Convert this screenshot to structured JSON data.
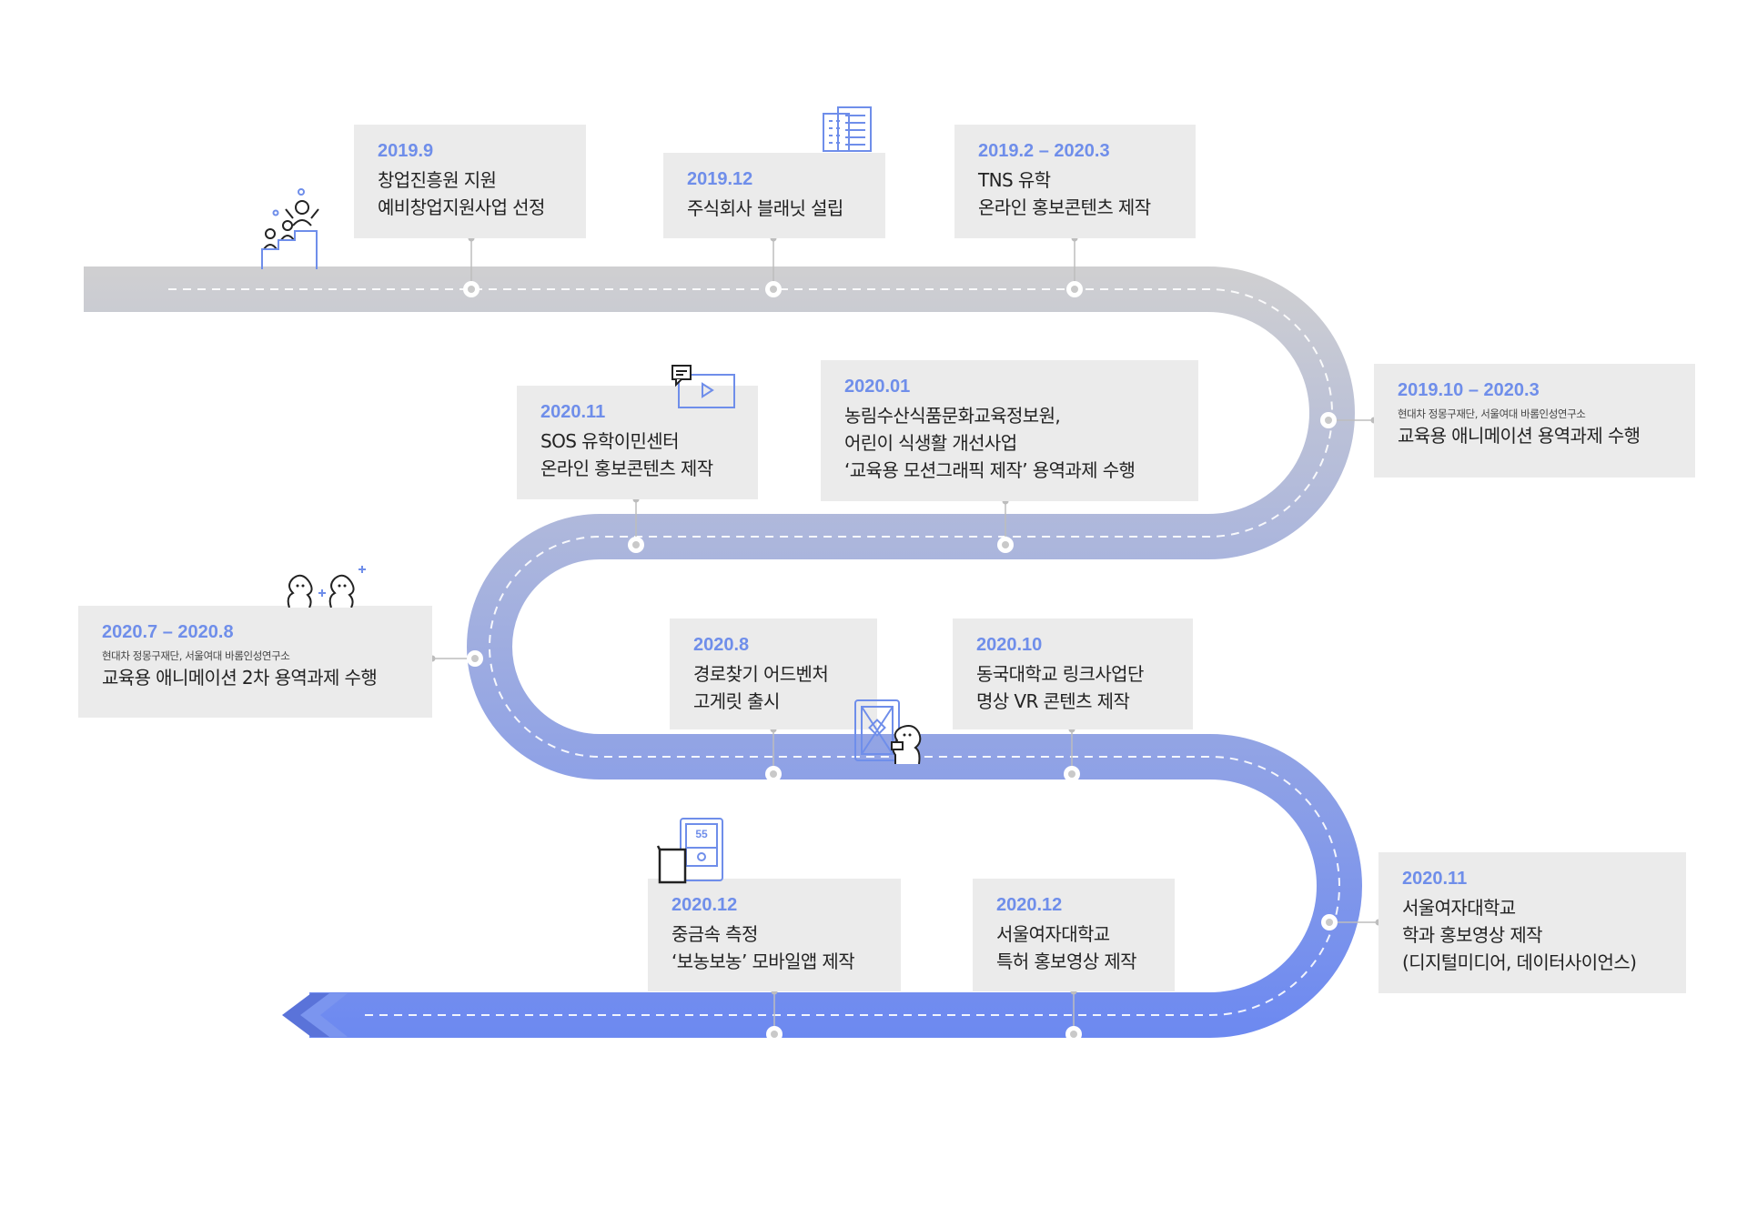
{
  "colors": {
    "road_start": "#cfcfd1",
    "road_end": "#6b88f1",
    "accent": "#6f8eea",
    "card_bg": "#ebebeb"
  },
  "milestones": [
    {
      "date": "2019.9",
      "lines": [
        "창업진흥원 지원",
        "예비창업지원사업 선정"
      ]
    },
    {
      "date": "2019.12",
      "lines": [
        "주식회사 블래닛 설립"
      ]
    },
    {
      "date": "2019.2 – 2020.3",
      "lines": [
        "TNS 유학",
        "온라인 홍보콘텐츠 제작"
      ]
    },
    {
      "date": "2019.10 – 2020.3",
      "sub": "현대차 정몽구재단, 서울여대 바롬인성연구소",
      "lines": [
        "교육용 애니메이션 용역과제 수행"
      ]
    },
    {
      "date": "2020.01",
      "lines": [
        "농림수산식품문화교육정보원,",
        "어린이 식생활 개선사업",
        "‘교육용 모션그래픽 제작’ 용역과제 수행"
      ]
    },
    {
      "date": "2020.11",
      "lines": [
        "SOS 유학이민센터",
        "온라인 홍보콘텐츠 제작"
      ]
    },
    {
      "date": "2020.7 – 2020.8",
      "sub": "현대차 정몽구재단, 서울여대 바롬인성연구소",
      "lines": [
        "교육용 애니메이션 2차 용역과제 수행"
      ]
    },
    {
      "date": "2020.8",
      "lines": [
        "경로찾기 어드벤처",
        "고게릿 출시"
      ]
    },
    {
      "date": "2020.10",
      "lines": [
        "동국대학교 링크사업단",
        "명상 VR 콘텐츠 제작"
      ]
    },
    {
      "date": "2020.11",
      "lines": [
        "서울여자대학교",
        "학과 홍보영상 제작",
        "(디지털미디어, 데이터사이언스)"
      ]
    },
    {
      "date": "2020.12",
      "lines": [
        "서울여자대학교",
        "특허 홍보영상 제작"
      ]
    },
    {
      "date": "2020.12",
      "lines": [
        "중금속 측정",
        "‘보농보농’ 모바일앱 제작"
      ]
    }
  ],
  "icons": {
    "podium": "podium-people-icon",
    "building": "building-icon",
    "video": "video-chat-icon",
    "friends": "friends-plus-icon",
    "map": "map-character-icon",
    "app": "device-beaker-icon",
    "device_number": "55"
  }
}
